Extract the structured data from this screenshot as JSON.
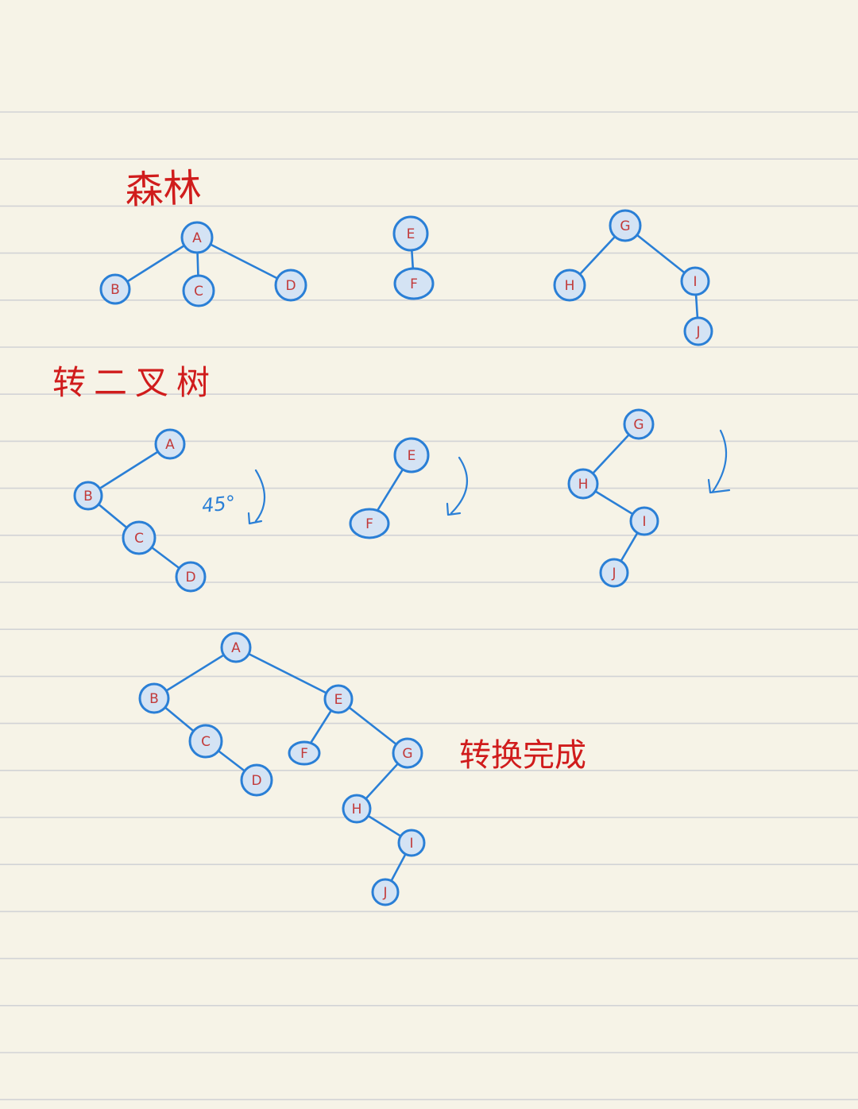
{
  "headings": {
    "forest": "森林",
    "to_binary_tree": "转二叉树",
    "done": "转换完成"
  },
  "angle_note": "45°",
  "colors": {
    "paper": "#f6f3e7",
    "ruled_line": "#d2d3d6",
    "node_stroke": "#2a7fd6",
    "node_fill": "#d4e3f4",
    "node_label": "#c23a3a",
    "heading": "#d01c1c"
  },
  "forest": {
    "trees": [
      {
        "nodes": [
          "A",
          "B",
          "C",
          "D"
        ],
        "edges": [
          [
            "A",
            "B"
          ],
          [
            "A",
            "C"
          ],
          [
            "A",
            "D"
          ]
        ]
      },
      {
        "nodes": [
          "E",
          "F"
        ],
        "edges": [
          [
            "E",
            "F"
          ]
        ]
      },
      {
        "nodes": [
          "G",
          "H",
          "I",
          "J"
        ],
        "edges": [
          [
            "G",
            "H"
          ],
          [
            "G",
            "I"
          ],
          [
            "I",
            "J"
          ]
        ]
      }
    ]
  },
  "binary_trees": {
    "trees": [
      {
        "nodes": [
          "A",
          "B",
          "C",
          "D"
        ],
        "edges": [
          [
            "A",
            "B"
          ],
          [
            "B",
            "C"
          ],
          [
            "C",
            "D"
          ]
        ]
      },
      {
        "nodes": [
          "E",
          "F"
        ],
        "edges": [
          [
            "E",
            "F"
          ]
        ]
      },
      {
        "nodes": [
          "G",
          "H",
          "I",
          "J"
        ],
        "edges": [
          [
            "G",
            "H"
          ],
          [
            "H",
            "I"
          ],
          [
            "I",
            "J"
          ]
        ]
      }
    ]
  },
  "final_tree": {
    "nodes": [
      "A",
      "B",
      "C",
      "D",
      "E",
      "F",
      "G",
      "H",
      "I",
      "J"
    ],
    "edges": [
      [
        "A",
        "B"
      ],
      [
        "B",
        "C"
      ],
      [
        "C",
        "D"
      ],
      [
        "A",
        "E"
      ],
      [
        "E",
        "F"
      ],
      [
        "E",
        "G"
      ],
      [
        "G",
        "H"
      ],
      [
        "H",
        "I"
      ],
      [
        "I",
        "J"
      ]
    ]
  }
}
